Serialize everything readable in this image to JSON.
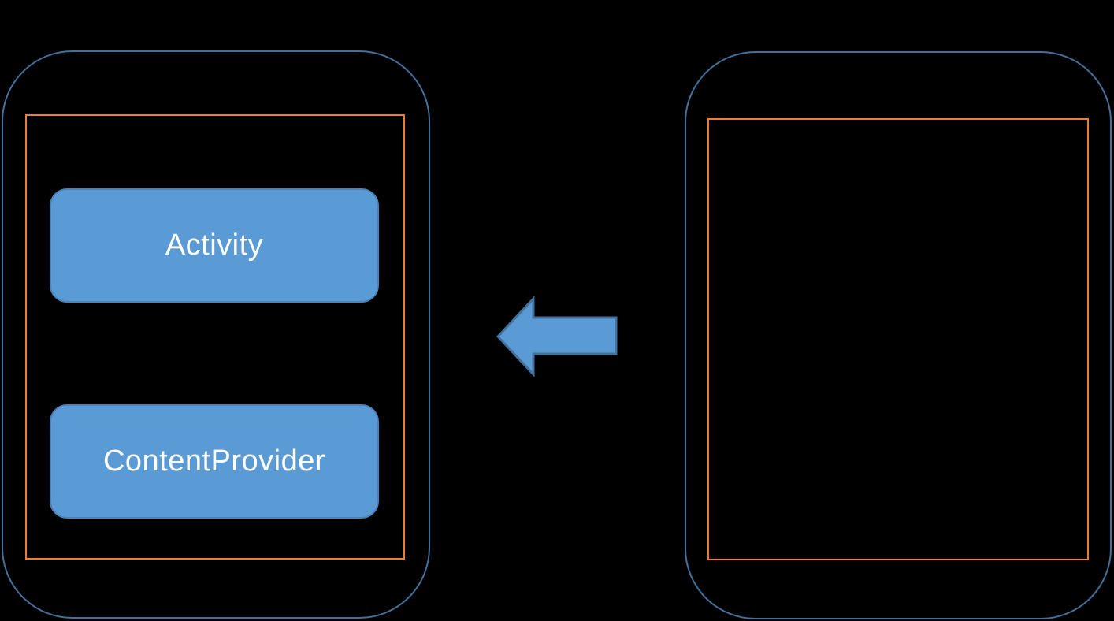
{
  "diagram": {
    "left_device": {
      "boxes": [
        {
          "label": "Activity"
        },
        {
          "label": "ContentProvider"
        }
      ]
    },
    "right_device": {
      "boxes": []
    },
    "arrow": {
      "direction": "left"
    }
  },
  "colors": {
    "background": "#000000",
    "device_border": "#41719c",
    "screen_border": "#ed7d31",
    "box_fill": "#5b9bd5",
    "box_border": "#4a82ba",
    "box_text": "#ffffff",
    "arrow_fill": "#5b9bd5",
    "arrow_border": "#41719c"
  }
}
